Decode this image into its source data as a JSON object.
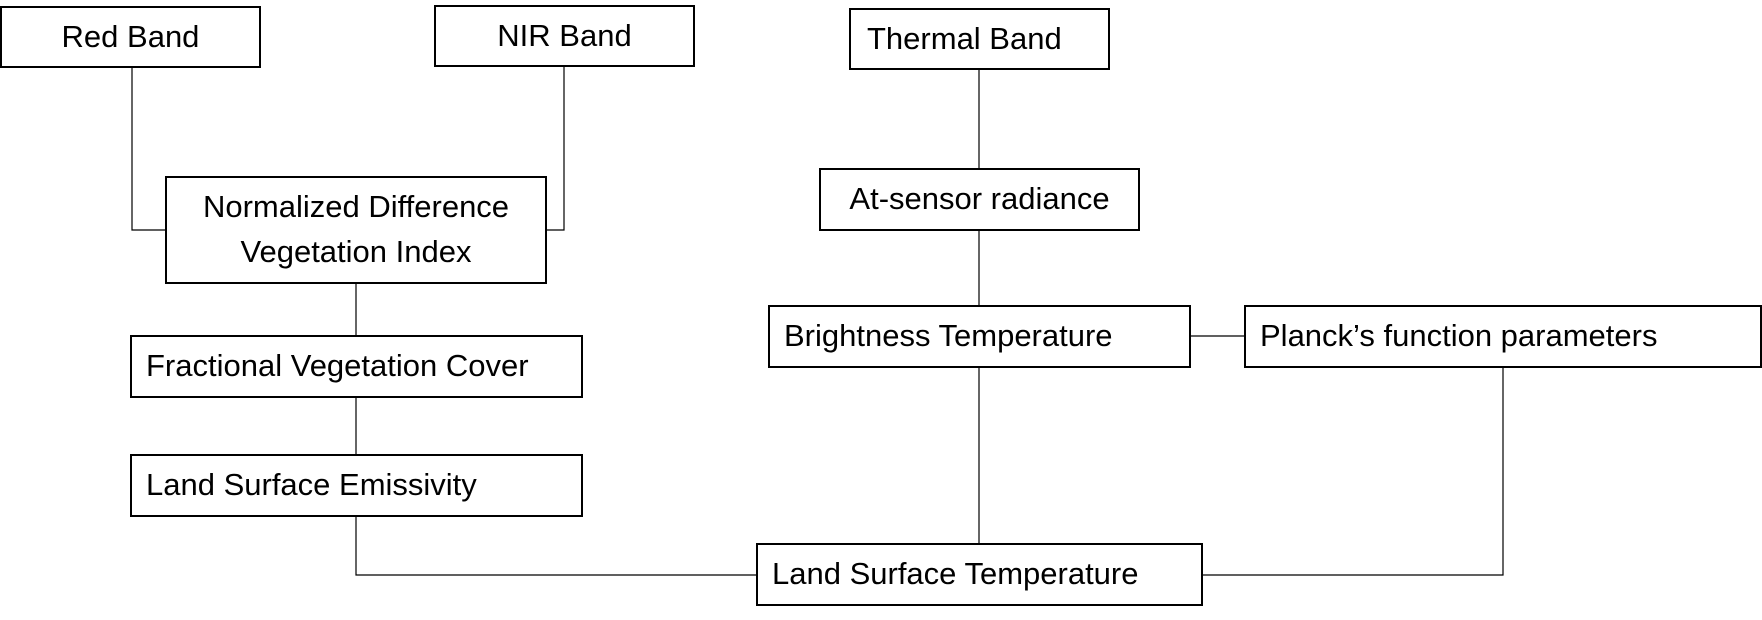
{
  "nodes": {
    "red_band": "Red Band",
    "nir_band": "NIR Band",
    "thermal_band": "Thermal Band",
    "ndvi_line1": "Normalized Difference",
    "ndvi_line2": "Vegetation Index",
    "at_sensor_radiance": "At-sensor radiance",
    "fractional_vegetation_cover": "Fractional Vegetation Cover",
    "brightness_temperature": "Brightness Temperature",
    "planck_parameters": "Planck’s function parameters",
    "land_surface_emissivity": "Land Surface Emissivity",
    "land_surface_temperature": "Land Surface Temperature"
  },
  "colors": {
    "line": "#000000",
    "box_border": "#000000",
    "background": "#ffffff",
    "text": "#000000"
  }
}
